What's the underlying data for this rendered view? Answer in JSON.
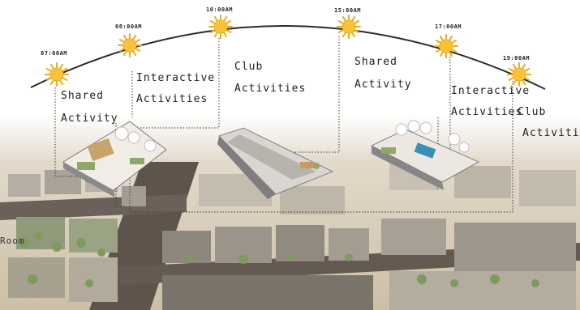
{
  "sun_times": [
    {
      "time": "07:00AM"
    },
    {
      "time": "08:00AM"
    },
    {
      "time": "10:00AM"
    },
    {
      "time": "15:00AM"
    },
    {
      "time": "17:00AM"
    },
    {
      "time": "19:00AM"
    }
  ],
  "activity_labels": [
    {
      "line1": "Shared",
      "line2": "Activity"
    },
    {
      "line1": "Interactive",
      "line2": "Activities"
    },
    {
      "line1": "Club",
      "line2": "Activities"
    },
    {
      "line1": "Shared",
      "line2": "Activity"
    },
    {
      "line1": "Interactive",
      "line2": "Activities"
    },
    {
      "line1": "Club",
      "line2": "Activitie"
    }
  ],
  "edge_label": "Room",
  "colors": {
    "sun_core": "#f7c339",
    "sun_ray": "#f2a81c",
    "arc": "#2b2b2b",
    "dotted": "#3a3a3a",
    "ground": "#d7cbb6",
    "road": "#5a5048",
    "roof": "#a8a29a",
    "tree": "#7f9a62"
  }
}
